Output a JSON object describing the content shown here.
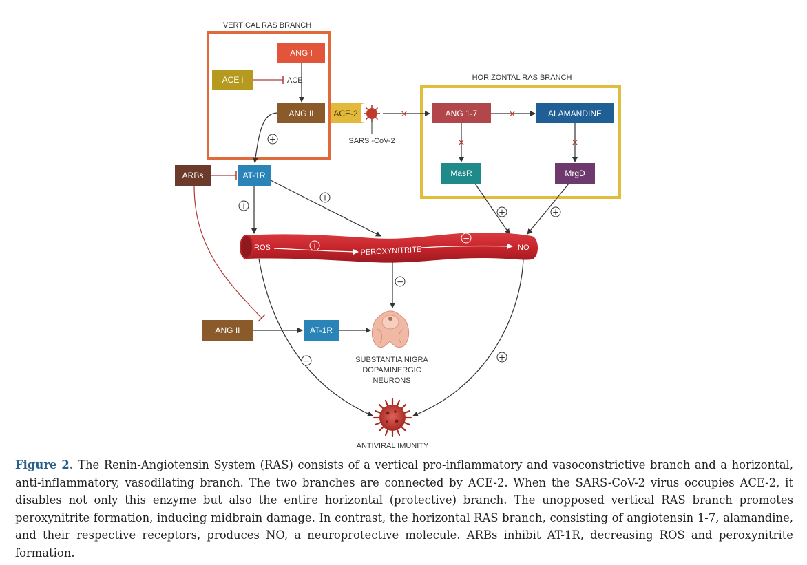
{
  "branches": {
    "vertical": "VERTICAL RAS BRANCH",
    "horizontal": "HORIZONTAL RAS BRANCH"
  },
  "nodes": {
    "ang1": "ANG I",
    "acei": "ACE i",
    "ace": "ACE",
    "ang2_top": "ANG II",
    "ace2": "ACE-2",
    "sarscov2": "SARS -CoV-2",
    "ang17": "ANG 1-7",
    "alamandine": "ALAMANDINE",
    "masr": "MasR",
    "mrgd": "MrgD",
    "arbs": "ARBs",
    "at1r_top": "AT-1R",
    "ros": "ROS",
    "peroxynitrite": "PEROXYNITRITE",
    "no": "NO",
    "ang2_bottom": "ANG II",
    "at1r_bottom": "AT-1R",
    "neurons": [
      "SUBSTANTIA NIGRA",
      "DOPAMINERGIC",
      "NEURONS"
    ],
    "antiviral": "ANTIVIRAL IMUNITY"
  },
  "signs": {
    "plus": "+",
    "minus": "−",
    "blocked": "×"
  },
  "colors": {
    "vertical_frame": "#e06a3a",
    "horizontal_frame": "#e0bd3c",
    "ang1": "#e2553a",
    "acei": "#b59a1f",
    "ang2": "#8b5a2b",
    "ace2": "#e2b93a",
    "ang17": "#b2474b",
    "alamandine": "#1f5f96",
    "masr": "#1f8a8a",
    "mrgd": "#6e3a6e",
    "arbs": "#6b3a2a",
    "at1r": "#2a84b8",
    "vessel": "#c8252b",
    "virus": "#c0392b"
  },
  "caption": {
    "label": "Figure 2.",
    "text": "The Renin-Angiotensin System (RAS) consists of a vertical pro-inflammatory and vasoconstrictive branch and a horizontal, anti-inflammatory, vasodilating branch. The two branches are connected by ACE-2. When the SARS-CoV-2 virus occupies ACE-2, it disables not only this enzyme but also the entire horizontal (protective) branch. The unopposed vertical RAS branch promotes peroxynitrite formation, inducing midbrain damage. In contrast, the horizontal RAS branch, consisting of angiotensin 1-7, alamandine, and their respective receptors, produces NO, a neuroprotective molecule. ARBs inhibit AT-1R, decreasing ROS and peroxynitrite formation."
  }
}
